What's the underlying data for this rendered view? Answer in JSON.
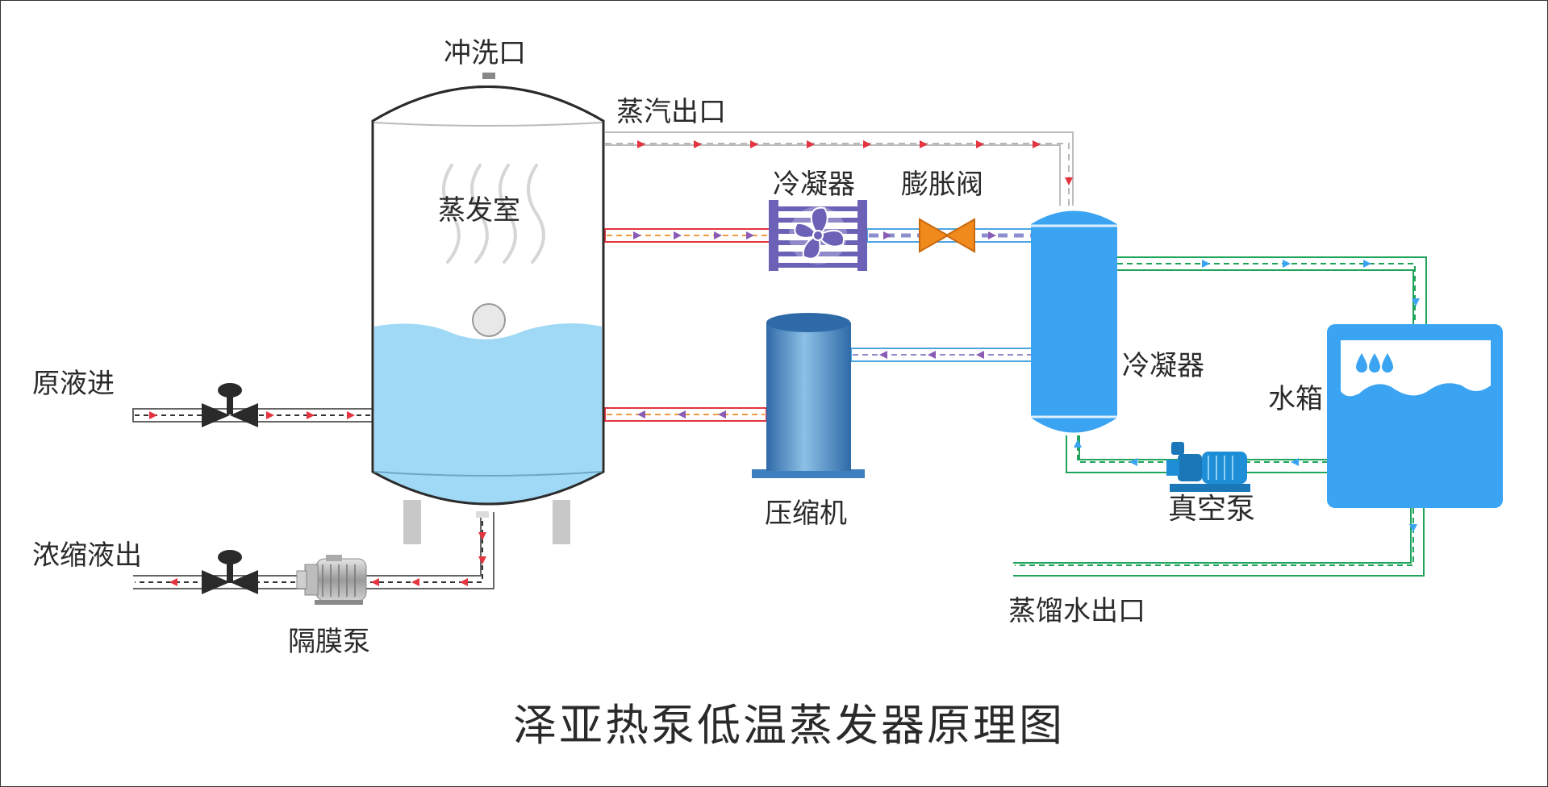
{
  "labels": {
    "flush_port": "冲洗口",
    "steam_outlet": "蒸汽出口",
    "evaporation_chamber": "蒸发室",
    "condenser_top": "冷凝器",
    "expansion_valve": "膨胀阀",
    "raw_liquid_in": "原液进",
    "concentrate_out": "浓缩液出",
    "diaphragm_pump": "隔膜泵",
    "compressor": "压缩机",
    "condenser_right": "冷凝器",
    "water_tank": "水箱",
    "vacuum_pump": "真空泵",
    "distilled_water_outlet": "蒸馏水出口"
  },
  "title": "泽亚热泵低温蒸发器原理图",
  "colors": {
    "tank_liquid": "#9fd9f5",
    "tank_outline": "#2b2b2b",
    "condenser_blue": "#3aa4f2",
    "compressor_blue": "#3f7fbf",
    "valve_orange": "#f08a1c",
    "fan_purple": "#6b62b8",
    "hot_line": "#e4343f",
    "steam_line": "#b0b0b0",
    "cold_line": "#4aa6e0",
    "water_line": "#1ea35a",
    "valve_dark": "#2a2a2a"
  }
}
